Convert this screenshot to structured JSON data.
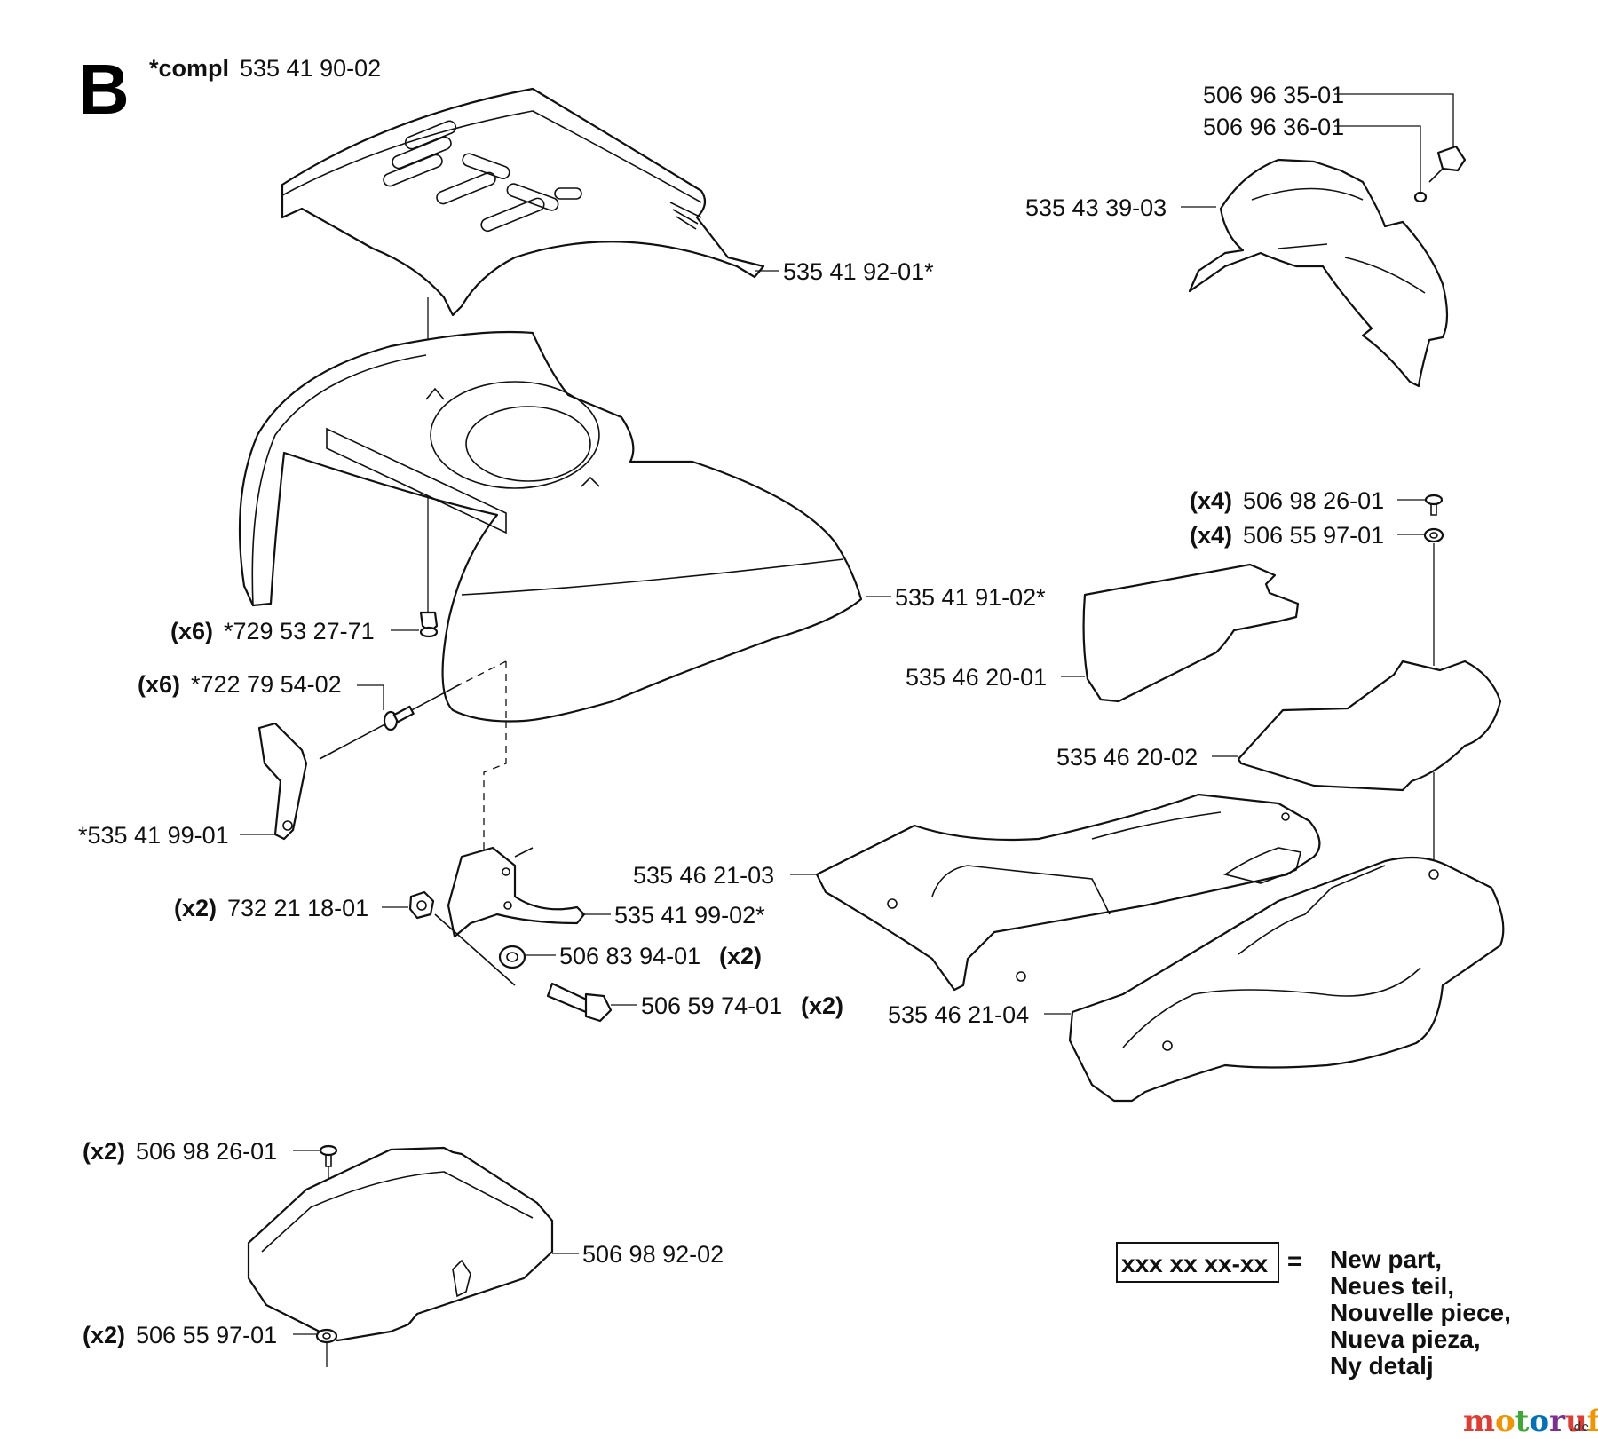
{
  "section_letter": "B",
  "compl": {
    "prefix": "*compl",
    "number": "535 41 90-02"
  },
  "parts": {
    "top_hood": "535 41 92-01*",
    "bolt_a": "506 96 35-01",
    "washer_a": "506 96 36-01",
    "side_cover": "535 43 39-03",
    "screw_top_qty": "(x4)",
    "screw_top": "506 98 26-01",
    "washer_top_qty": "(x4)",
    "washer_top": "506 55 97-01",
    "main_hood": "535 41 91-02*",
    "screw_hood_qty": "(x6)",
    "screw_hood": "*729 53 27-71",
    "rivet_qty": "(x6)",
    "rivet": "*722 79 54-02",
    "bracket_left": "*535 41 99-01",
    "mat_small": "535 46 20-01",
    "mat_mid": "535 46 20-02",
    "nut_qty": "(x2)",
    "nut": "732 21 18-01",
    "bracket_right": "535 41 99-02*",
    "floor_left": "535 46 21-03",
    "spacer": "506 83 94-01",
    "spacer_qty": "(x2)",
    "bolt_b": "506 59 74-01",
    "bolt_b_qty": "(x2)",
    "floor_right": "535 46 21-04",
    "screw_box_qty": "(x2)",
    "screw_box": "506 98 26-01",
    "box_cover": "506 98 92-02",
    "washer_box_qty": "(x2)",
    "washer_box": "506 55 97-01"
  },
  "legend": {
    "box_text": "xxx xx xx-xx",
    "equals": "=",
    "lines": [
      "New part,",
      "Neues teil,",
      "Nouvelle piece,",
      "Nueva pieza,",
      "Ny detalj"
    ]
  },
  "watermark": {
    "text": "motoruf",
    "suffix": ".de",
    "colors": [
      "#e03c31",
      "#f29400",
      "#3aa935",
      "#0072bc",
      "#7b2f8e"
    ]
  }
}
